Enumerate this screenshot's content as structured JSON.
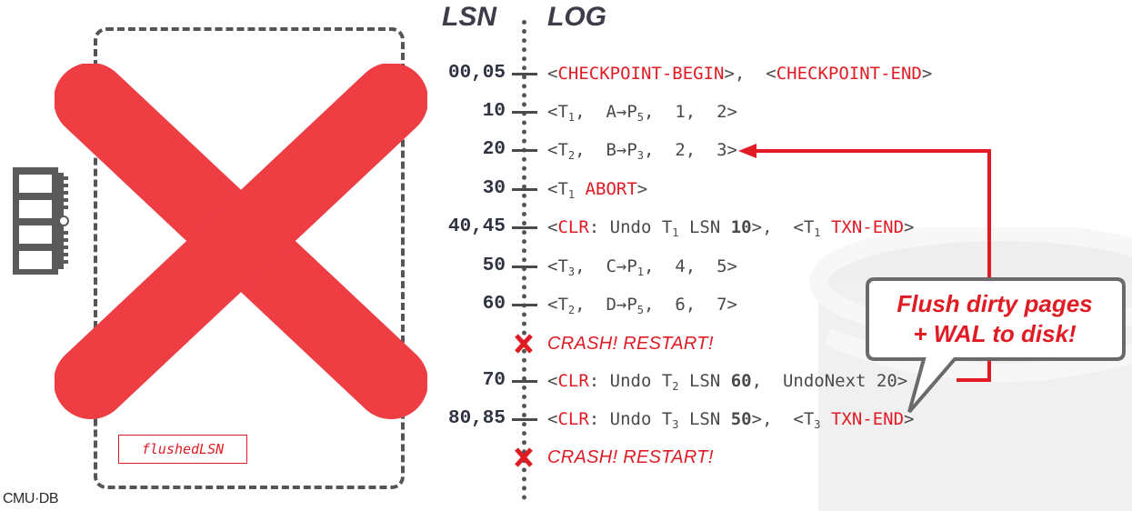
{
  "headers": {
    "lsn": "LSN",
    "log": "LOG"
  },
  "log": [
    {
      "lsn": "00,05",
      "entry": "<CHECKPOINT-BEGIN>, <CHECKPOINT-END>"
    },
    {
      "lsn": "10",
      "entry": "<T1, A→P5, 1, 2>"
    },
    {
      "lsn": "20",
      "entry": "<T2, B→P3, 2, 3>"
    },
    {
      "lsn": "30",
      "entry": "<T1 ABORT>"
    },
    {
      "lsn": "40,45",
      "entry": "<CLR: Undo T1 LSN 10>, <T1 TXN-END>"
    },
    {
      "lsn": "50",
      "entry": "<T3, C→P1, 4, 5>"
    },
    {
      "lsn": "60",
      "entry": "<T2, D→P5, 6, 7>"
    },
    {
      "lsn": "",
      "entry": "CRASH! RESTART!"
    },
    {
      "lsn": "70",
      "entry": "<CLR: Undo T2 LSN 60, UndoNext 20>"
    },
    {
      "lsn": "80,85",
      "entry": "<CLR: Undo T3 LSN 50>, <T3 TXN-END>"
    },
    {
      "lsn": "",
      "entry": "CRASH! RESTART!"
    }
  ],
  "flushed_lsn_label": "flushedLSN",
  "callout": {
    "line1": "Flush dirty pages",
    "line2": "+ WAL to disk!"
  },
  "footer": "CMU·DB",
  "colors": {
    "accent": "#e01b24",
    "x_mark": "#ee3e44",
    "text": "#4a4a4a"
  },
  "icons": [
    "memory-chip-icon",
    "disk-cylinder-icon",
    "crash-x-icon"
  ]
}
